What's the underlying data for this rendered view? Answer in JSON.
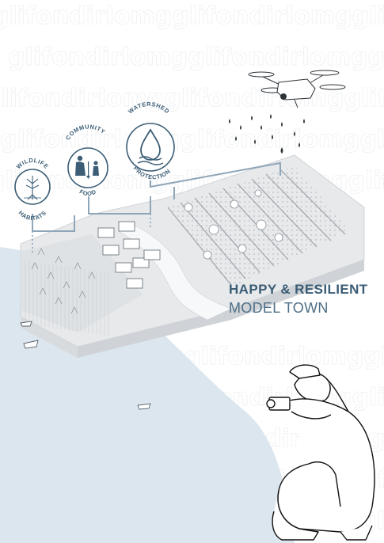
{
  "badges": {
    "wildlife": {
      "top": "WILDLIFE",
      "bottom": "HABITATS"
    },
    "community": {
      "top": "COMMUNITY",
      "bottom": "FOOD"
    },
    "watershed": {
      "top": "WATERSHED",
      "bottom": "PROTECTION"
    }
  },
  "headline": "HAPPY & RESILIENT",
  "subline": "MODEL TOWN",
  "background_pattern_text": "glifondirlomg",
  "colors": {
    "accent": "#3b5d75",
    "water": "#dce6ee",
    "ground": "#e4e6e8",
    "line": "#8fa6b8"
  },
  "icons": {
    "wildlife": "mangrove-tree-icon",
    "community": "people-gardening-icon",
    "watershed": "water-drop-icon",
    "drone": "drone-icon",
    "photographer": "photographer-icon",
    "boat": "boat-icon"
  }
}
